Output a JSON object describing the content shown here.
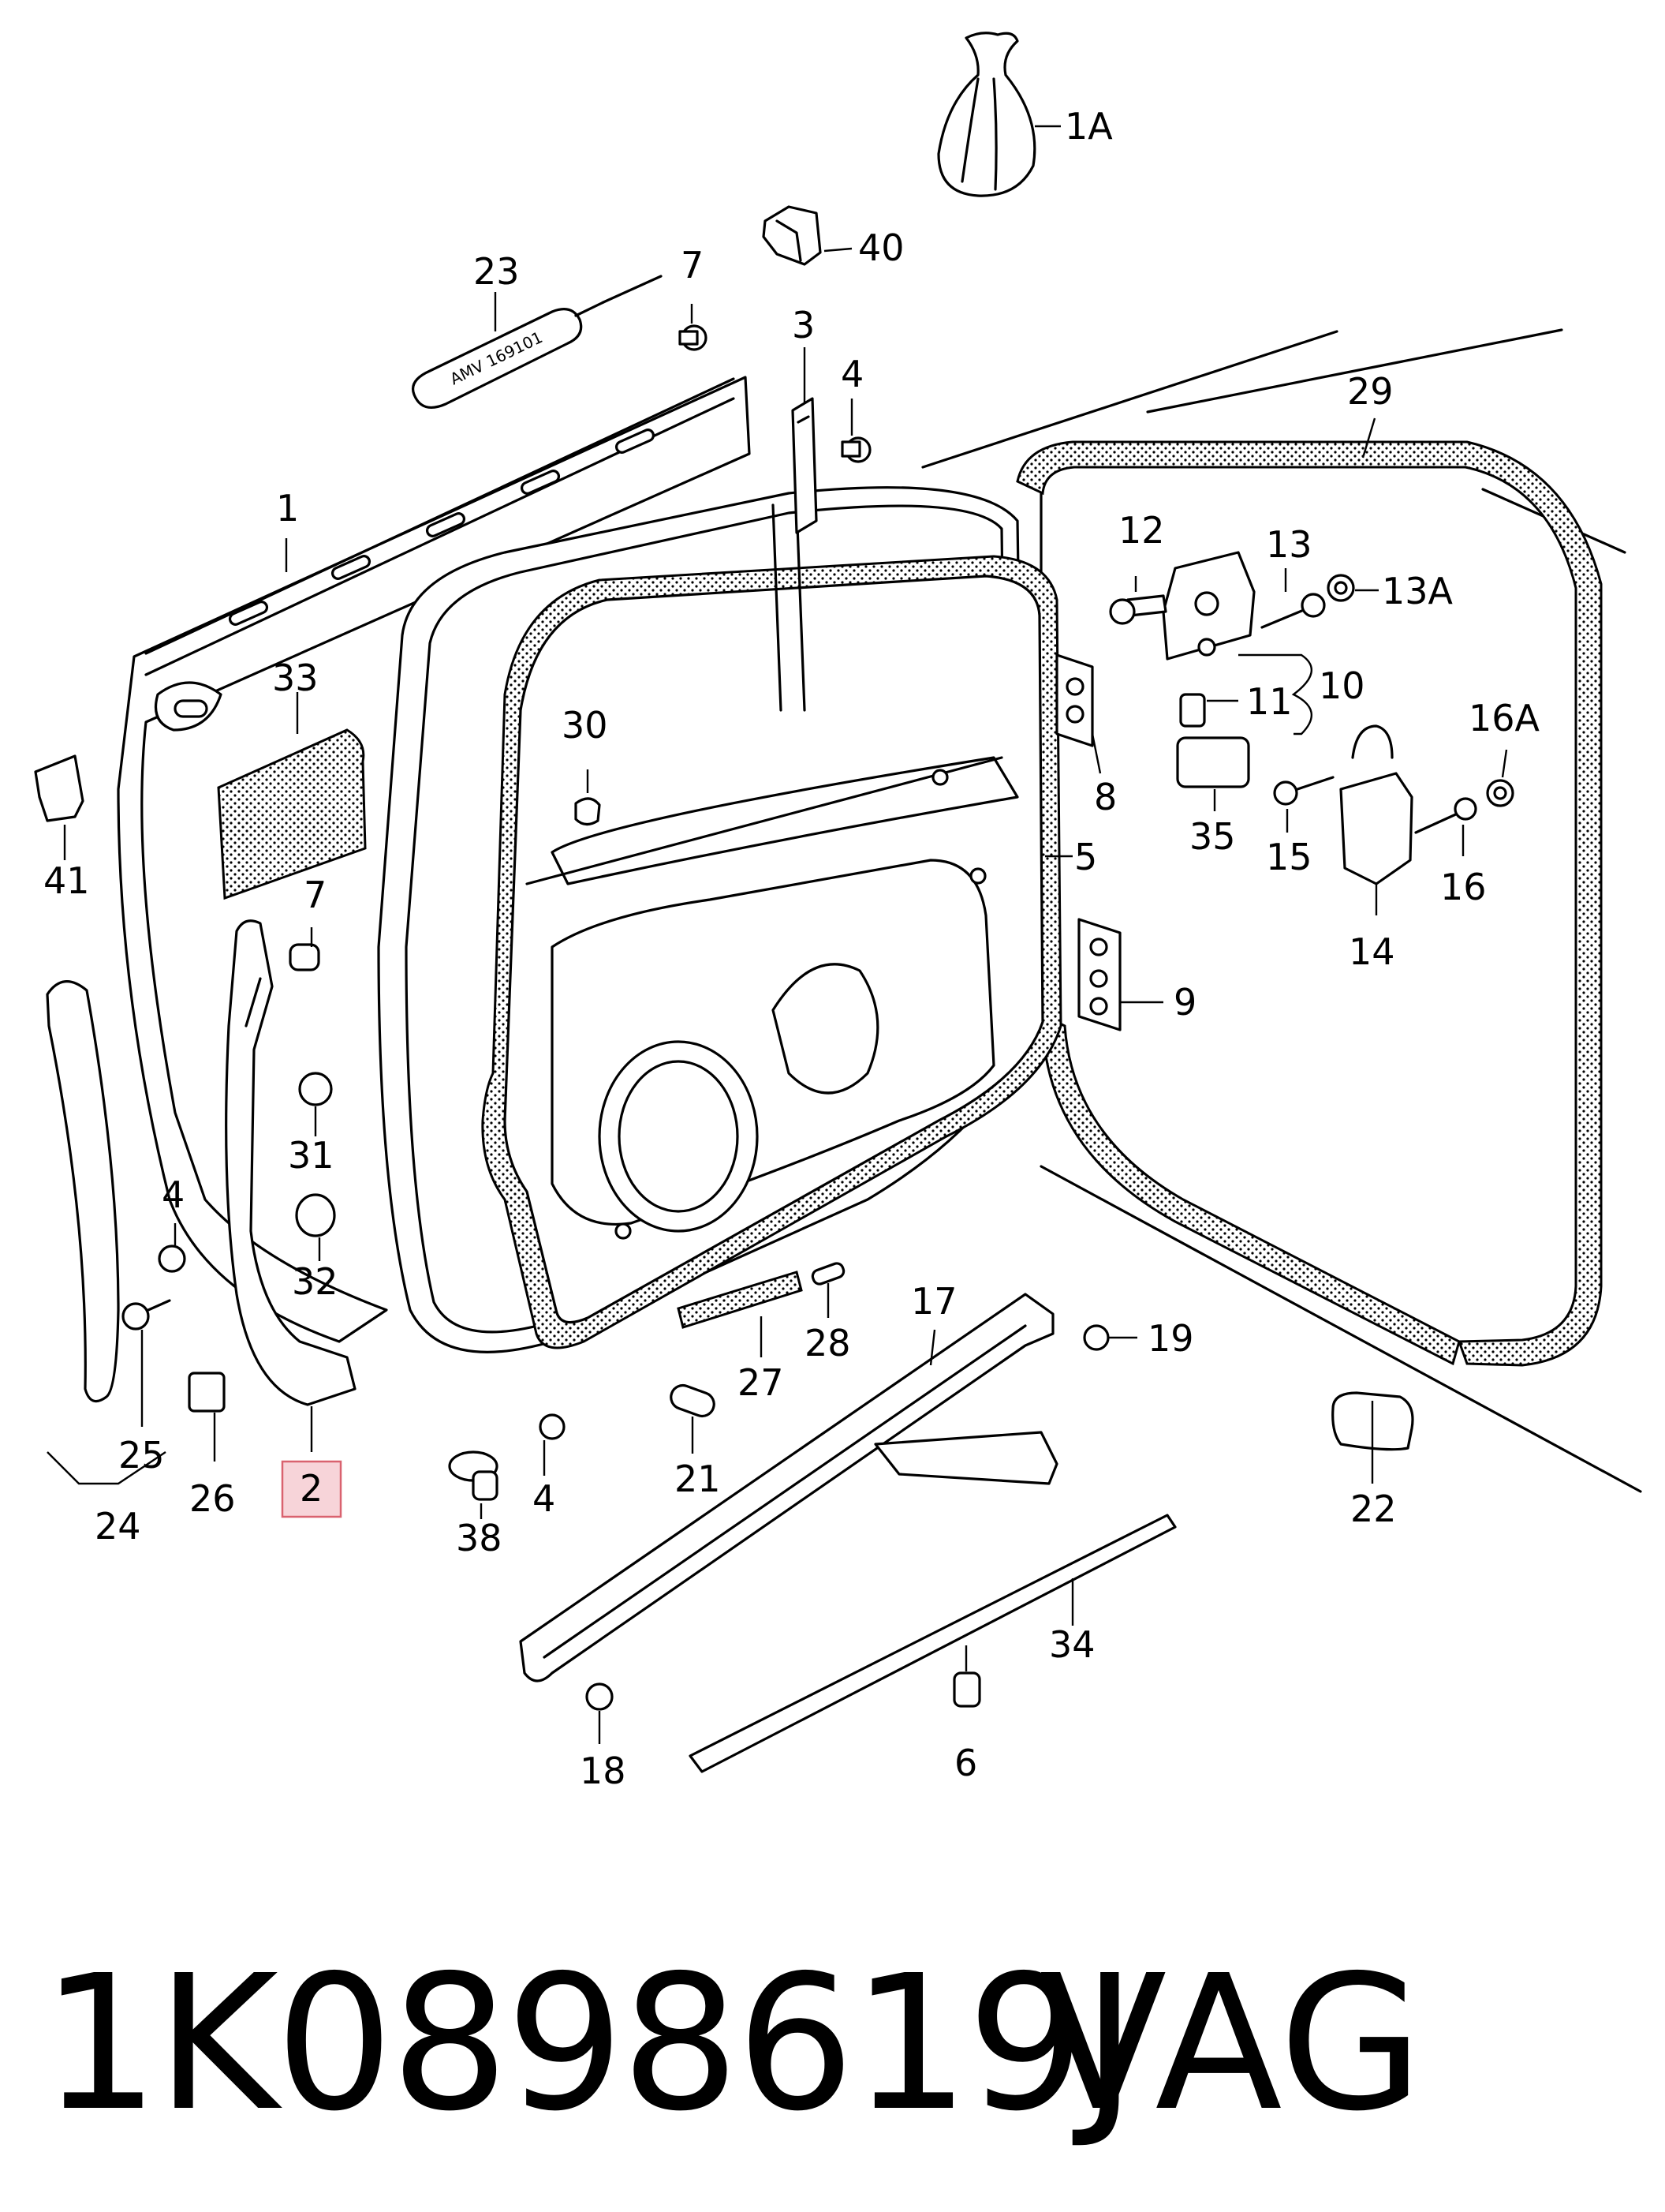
{
  "footer": {
    "part_number": "1K0898619J",
    "brand": "VAG"
  },
  "callouts": [
    {
      "id": "1A",
      "label": "1A"
    },
    {
      "id": "40",
      "label": "40"
    },
    {
      "id": "23",
      "label": "23"
    },
    {
      "id": "7a",
      "label": "7"
    },
    {
      "id": "3",
      "label": "3"
    },
    {
      "id": "4a",
      "label": "4"
    },
    {
      "id": "29",
      "label": "29"
    },
    {
      "id": "1",
      "label": "1"
    },
    {
      "id": "12",
      "label": "12"
    },
    {
      "id": "13",
      "label": "13"
    },
    {
      "id": "13A",
      "label": "13A"
    },
    {
      "id": "10",
      "label": "10"
    },
    {
      "id": "11",
      "label": "11"
    },
    {
      "id": "33",
      "label": "33"
    },
    {
      "id": "30",
      "label": "30"
    },
    {
      "id": "8",
      "label": "8"
    },
    {
      "id": "16A",
      "label": "16A"
    },
    {
      "id": "35",
      "label": "35"
    },
    {
      "id": "15",
      "label": "15"
    },
    {
      "id": "16",
      "label": "16"
    },
    {
      "id": "41",
      "label": "41"
    },
    {
      "id": "7b",
      "label": "7"
    },
    {
      "id": "5",
      "label": "5"
    },
    {
      "id": "14",
      "label": "14"
    },
    {
      "id": "9",
      "label": "9"
    },
    {
      "id": "31",
      "label": "31"
    },
    {
      "id": "4b",
      "label": "4"
    },
    {
      "id": "32",
      "label": "32"
    },
    {
      "id": "17",
      "label": "17"
    },
    {
      "id": "19",
      "label": "19"
    },
    {
      "id": "28",
      "label": "28"
    },
    {
      "id": "27",
      "label": "27"
    },
    {
      "id": "25",
      "label": "25"
    },
    {
      "id": "21",
      "label": "21"
    },
    {
      "id": "2",
      "label": "2",
      "highlighted": true
    },
    {
      "id": "4c",
      "label": "4"
    },
    {
      "id": "26",
      "label": "26"
    },
    {
      "id": "22",
      "label": "22"
    },
    {
      "id": "24",
      "label": "24"
    },
    {
      "id": "38",
      "label": "38"
    },
    {
      "id": "34",
      "label": "34"
    },
    {
      "id": "18",
      "label": "18"
    },
    {
      "id": "6",
      "label": "6"
    }
  ],
  "tube_label": "AMV 169101",
  "highlight_color": "#f7d4d9"
}
